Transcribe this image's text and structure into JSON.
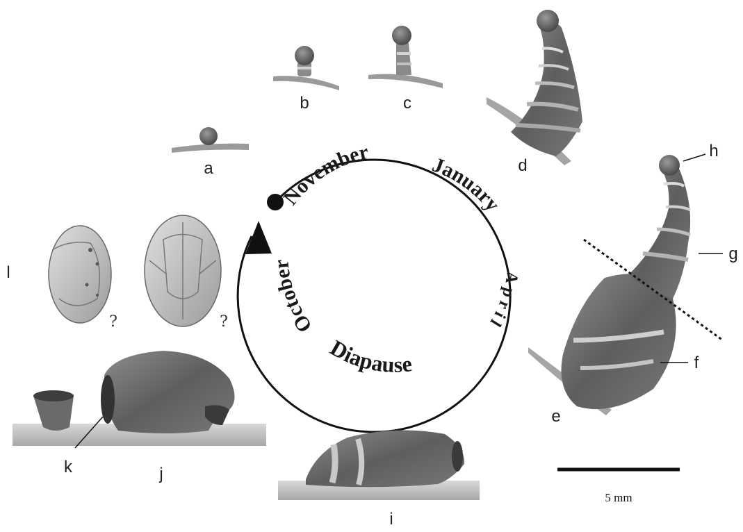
{
  "panels": {
    "a": "a",
    "b": "b",
    "c": "c",
    "d": "d",
    "e": "e",
    "f": "f",
    "g": "g",
    "h": "h",
    "i": "i",
    "j": "j",
    "k": "k",
    "l": "l"
  },
  "question_marks": [
    "?",
    "?"
  ],
  "cycle": {
    "months": [
      "October",
      "November",
      "January",
      "April",
      "Diapause"
    ]
  },
  "scale_bar": {
    "label": "5 mm"
  },
  "colors": {
    "ink": "#111111",
    "case_dark": "#5f5f5f",
    "case_mid": "#8a8a8a",
    "case_light": "#c9c9c9",
    "ground": "#bdbdbd"
  }
}
